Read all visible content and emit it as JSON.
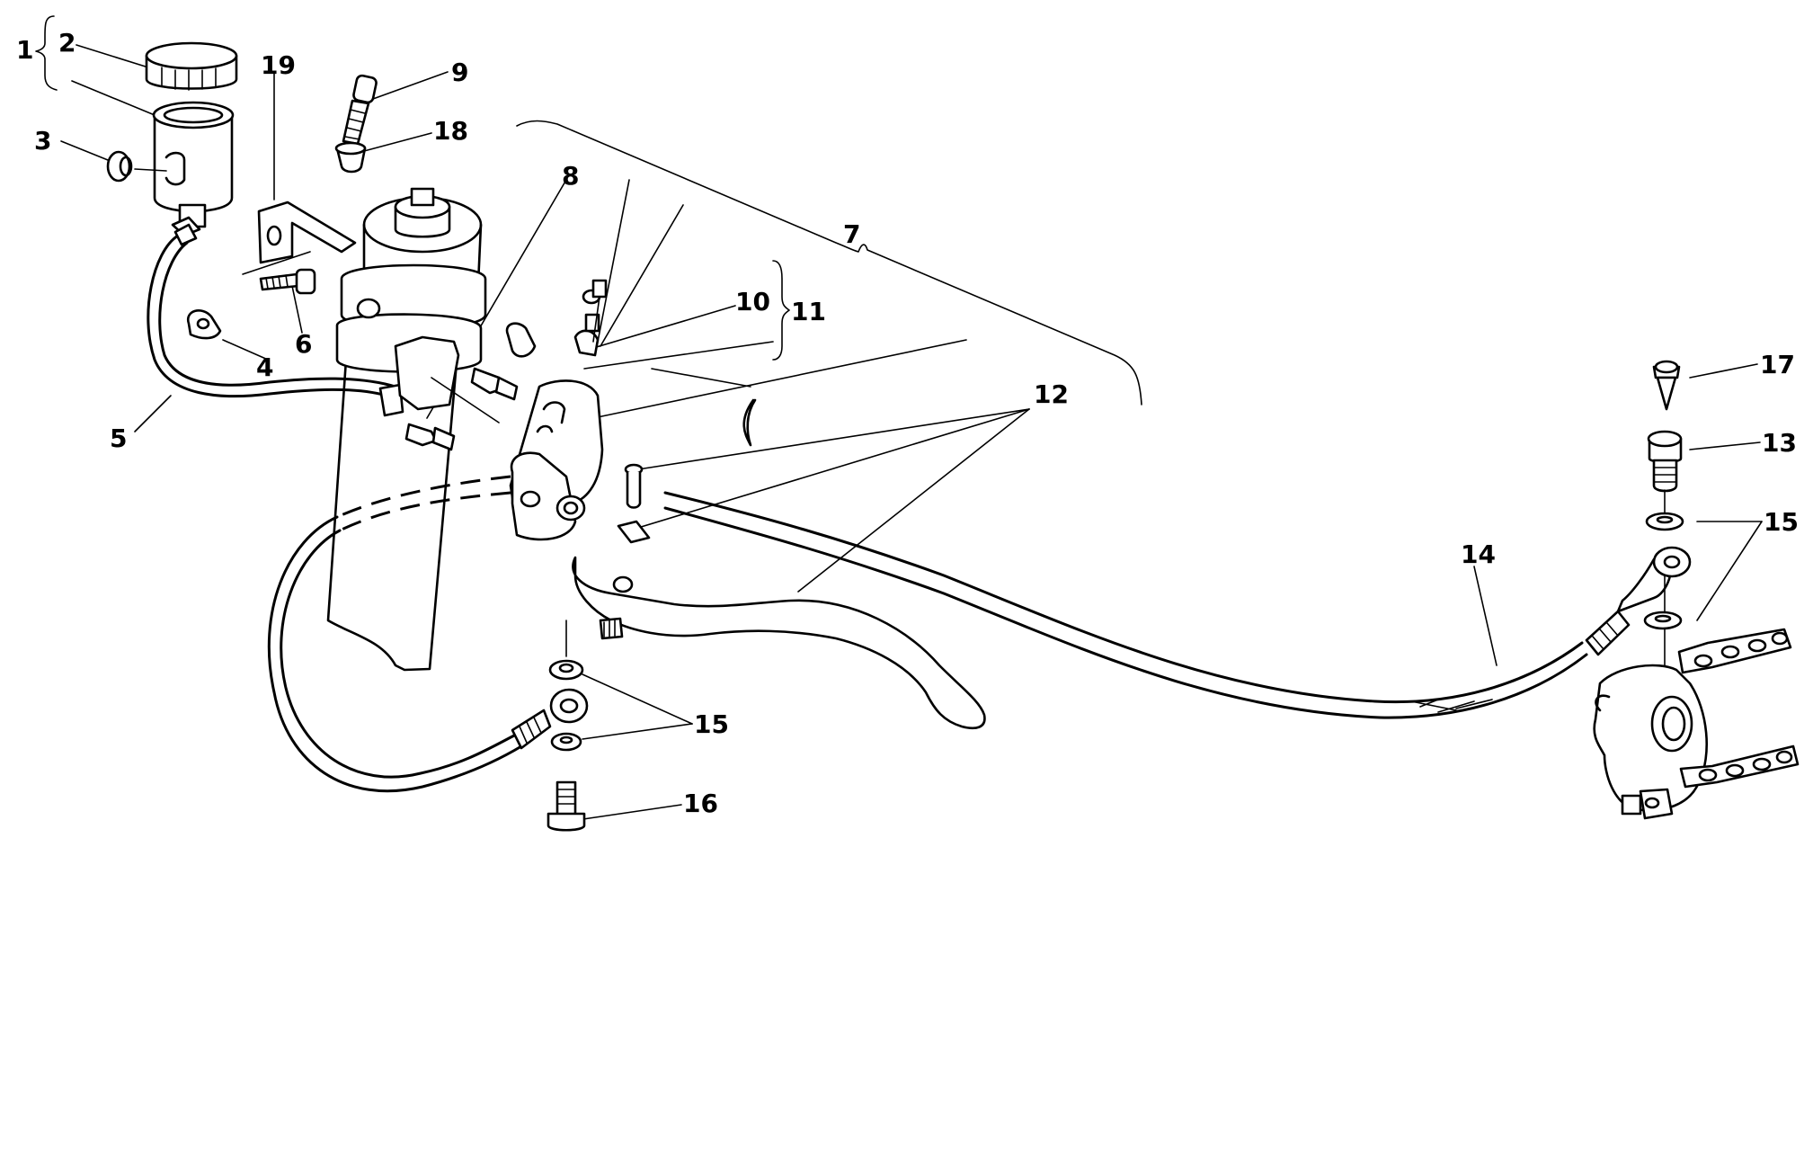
{
  "diagram": {
    "callouts": [
      "1",
      "2",
      "19",
      "9",
      "3",
      "18",
      "8",
      "7",
      "10",
      "11",
      "6",
      "4",
      "5",
      "12",
      "17",
      "13",
      "15",
      "14",
      "15",
      "16"
    ]
  }
}
